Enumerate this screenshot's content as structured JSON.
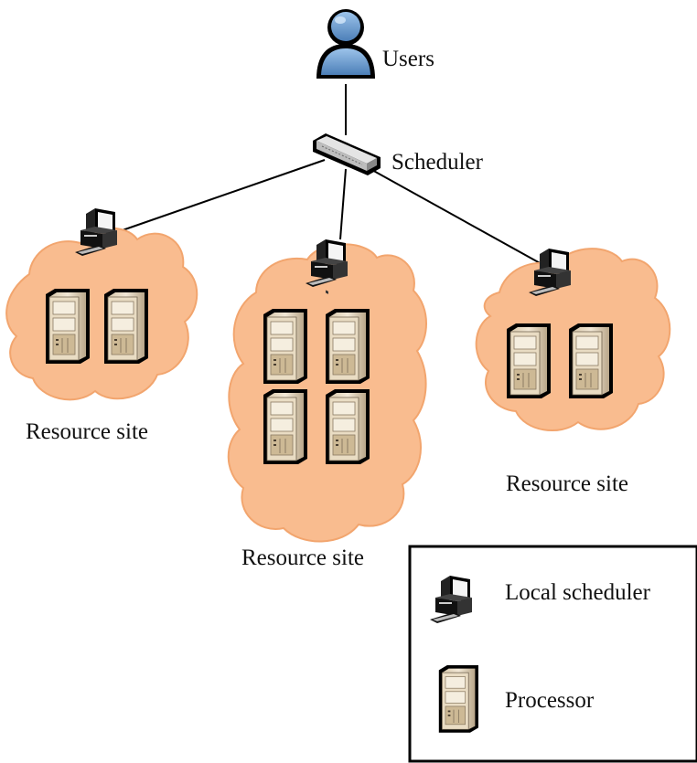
{
  "labels": {
    "users": "Users",
    "scheduler": "Scheduler",
    "site_left": "Resource site",
    "site_middle": "Resource site",
    "site_right": "Resource site"
  },
  "legend": {
    "local_scheduler": "Local scheduler",
    "processor": "Processor"
  },
  "colors": {
    "cloud_fill": "#F9BC8F",
    "cloud_stroke": "#F2A56E",
    "user_fill": "#6F9FD0",
    "server_fill": "#E6D8C0",
    "server_dark": "#7A6A55",
    "line": "#000000"
  },
  "icons": [
    "user-icon",
    "network-switch-icon",
    "computer-icon",
    "server-icon"
  ]
}
